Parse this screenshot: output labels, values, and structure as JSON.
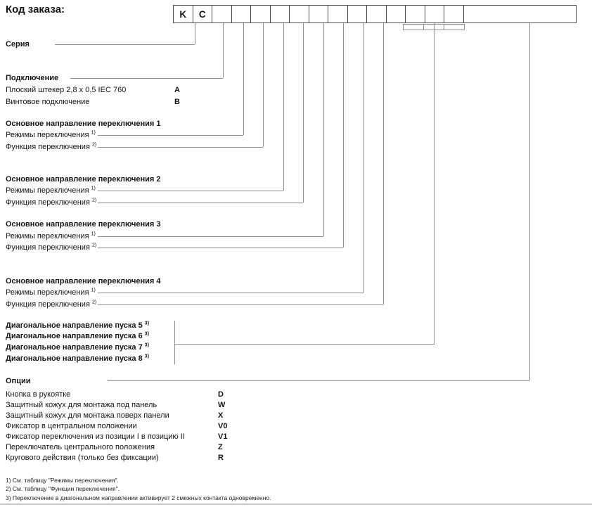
{
  "page": {
    "title": "Код заказа:"
  },
  "code_row": {
    "cells": [
      "K",
      "C"
    ]
  },
  "series": {
    "label": "Серия"
  },
  "connection": {
    "label": "Подключение",
    "items": [
      {
        "text": "Плоский штекер 2,8 x 0,5 IEC 760",
        "code": "A"
      },
      {
        "text": "Винтовое подключение",
        "code": "B"
      }
    ]
  },
  "groups": [
    {
      "title": "Основное направление переключения 1",
      "rows": [
        {
          "label": "Режимы переключения",
          "sup": "1)"
        },
        {
          "label": "Функция переключения",
          "sup": "2)"
        }
      ]
    },
    {
      "title": "Основное направление переключения 2",
      "rows": [
        {
          "label": "Режимы переключения",
          "sup": "1)"
        },
        {
          "label": "Функция переключения",
          "sup": "2)"
        }
      ]
    },
    {
      "title": "Основное направление переключения 3",
      "rows": [
        {
          "label": "Режимы переключения",
          "sup": "1)"
        },
        {
          "label": "Функция переключения",
          "sup": "2)"
        }
      ]
    },
    {
      "title": "Основное направление переключения 4",
      "rows": [
        {
          "label": "Режимы переключения",
          "sup": "1)"
        },
        {
          "label": "Функция переключения",
          "sup": "2)"
        }
      ]
    }
  ],
  "diagonal": {
    "rows": [
      {
        "label": "Диагональное направление пуска 5",
        "sup": "3)"
      },
      {
        "label": "Диагональное направление пуска 6",
        "sup": "3)"
      },
      {
        "label": "Диагональное направление пуска 7",
        "sup": "3)"
      },
      {
        "label": "Диагональное направление пуска 8",
        "sup": "3)"
      }
    ]
  },
  "options": {
    "title": "Опции",
    "items": [
      {
        "text": "Кнопка в рукоятке",
        "code": "D"
      },
      {
        "text": "Защитный кожух для монтажа под панель",
        "code": "W"
      },
      {
        "text": "Защитный кожух для монтажа поверх панели",
        "code": "X"
      },
      {
        "text": "Фиксатор в центральном положении",
        "code": "V0"
      },
      {
        "text": "Фиксатор переключения из позиции  I в позицию II",
        "code": "V1"
      },
      {
        "text": "Переключатель центрального положения",
        "code": "Z"
      },
      {
        "text": "Кругового действия (только без фиксации)",
        "code": "R"
      }
    ]
  },
  "footnotes": [
    "1) См. таблицу \"Режимы переключения\".",
    "2) См. таблицу \"Функции переключения\".",
    "3) Переключение в диагональном направлении активирует 2 смежных контакта одновременно."
  ]
}
